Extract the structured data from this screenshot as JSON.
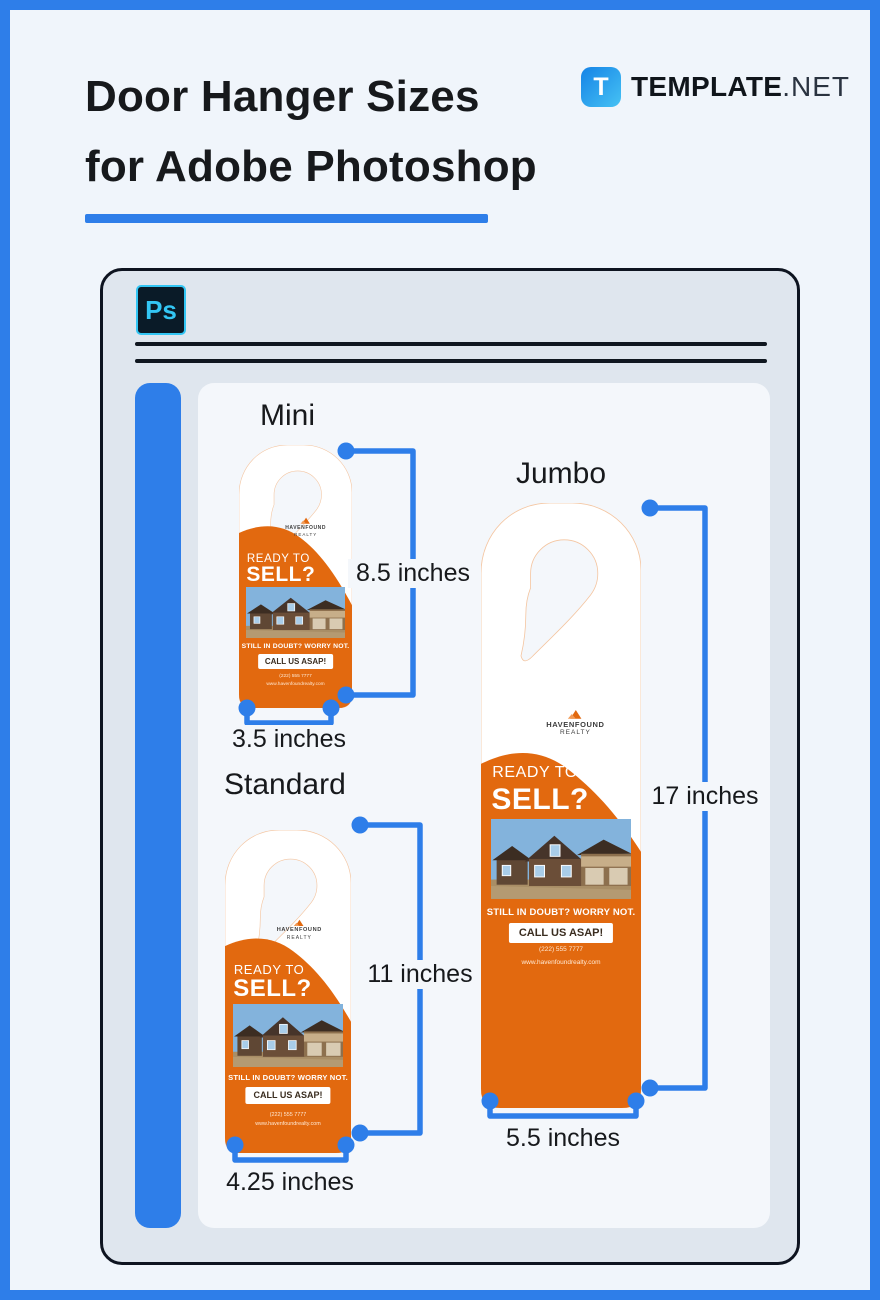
{
  "page": {
    "title_line1": "Door Hanger Sizes",
    "title_line2": "for Adobe Photoshop"
  },
  "brand": {
    "icon_letter": "T",
    "name": "TEMPLATE",
    "tld": ".NET"
  },
  "app": {
    "ps_label": "Ps"
  },
  "flyer": {
    "logo_name": "HAVENFOUND",
    "logo_sub": "REALTY",
    "ready": "READY TO",
    "sell": "SELL?",
    "doubt": "STILL IN DOUBT? WORRY NOT.",
    "cta": "CALL US ASAP!",
    "phone": "(222) 555 7777",
    "website": "www.havenfoundrealty.com"
  },
  "hangers": [
    {
      "label": "Mini",
      "height_label": "8.5 inches",
      "width_label": "3.5 inches"
    },
    {
      "label": "Standard",
      "height_label": "11 inches",
      "width_label": "4.25 inches"
    },
    {
      "label": "Jumbo",
      "height_label": "17 inches",
      "width_label": "5.5 inches"
    }
  ],
  "colors": {
    "accent_blue": "#2e7ee9",
    "flyer_orange": "#e2690f",
    "ps_cyan": "#33c6f4"
  }
}
